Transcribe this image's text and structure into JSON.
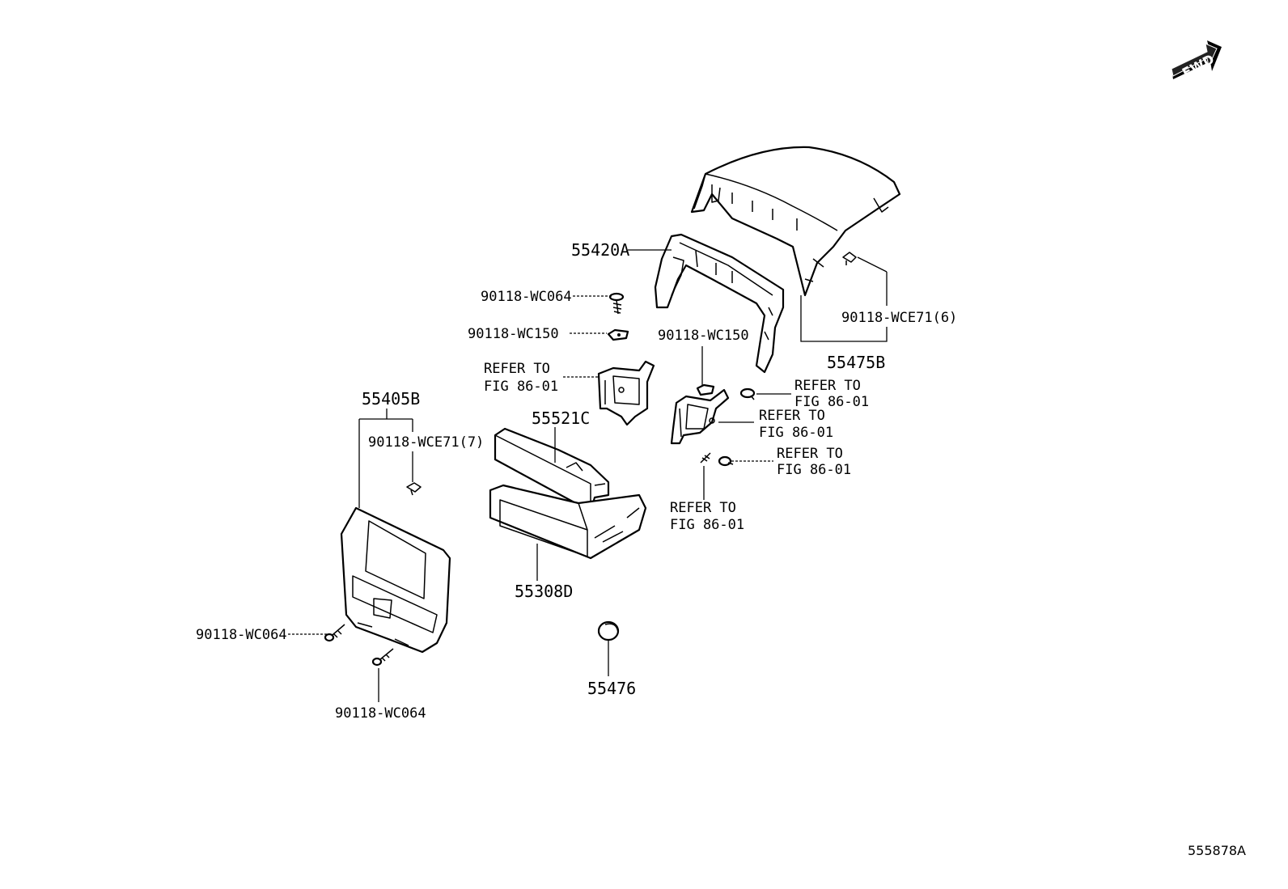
{
  "fwd": "FWD",
  "figure_id": "555878A",
  "labels": {
    "p55420A": "55420A",
    "p55475B": "55475B",
    "p55405B": "55405B",
    "p55521C": "55521C",
    "p55308D": "55308D",
    "p55476": "55476",
    "wc064_top": "90118-WC064",
    "wc150_left": "90118-WC150",
    "wc150_right": "90118-WC150",
    "wce71_6": "90118-WCE71(6)",
    "wce71_7": "90118-WCE71(7)",
    "wc064_left": "90118-WC064",
    "wc064_bottom": "90118-WC064"
  },
  "refer": {
    "line1": "REFER TO",
    "line2": "FIG 86-01"
  }
}
